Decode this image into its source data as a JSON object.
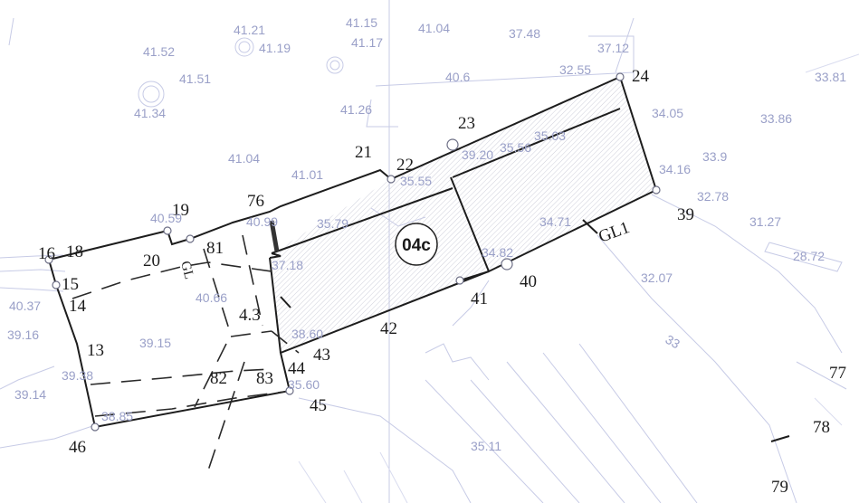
{
  "zone": {
    "label": "04c"
  },
  "boundary_points": {
    "p16": "16",
    "p18": "18",
    "p15": "15",
    "p14": "14",
    "p13": "13",
    "p46": "46",
    "p19": "19",
    "p20": "20",
    "p81": "81",
    "p76": "76",
    "p21": "21",
    "p22": "22",
    "p23": "23",
    "p24": "24",
    "p39": "39",
    "p40": "40",
    "p41": "41",
    "p42": "42",
    "p43": "43",
    "p44": "44",
    "p45": "45",
    "p82": "82",
    "p83": "83",
    "p77": "77",
    "p78": "78",
    "p79": "79"
  },
  "line_labels": {
    "gl1": "GL1",
    "gl2": "GL",
    "dim43": "4.3"
  },
  "elevations": [
    "41.21",
    "41.19",
    "41.15",
    "41.17",
    "41.04",
    "37.48",
    "41.52",
    "41.34",
    "41.51",
    "37.12",
    "32.55",
    "33.81",
    "40.6",
    "41.26",
    "34.05",
    "33.86",
    "35.03",
    "35.56",
    "39.20",
    "41.04",
    "41.01",
    "35.55",
    "34.16",
    "33.9",
    "32.78",
    "31.27",
    "28.72",
    "40.59",
    "40.99",
    "35.79",
    "34.71",
    "34.82",
    "32.07",
    "37.18",
    "40.66",
    "40.37",
    "39.16",
    "39.15",
    "38.60",
    "39.38",
    "39.14",
    "38.85",
    "33",
    "35.11",
    "35.60"
  ]
}
